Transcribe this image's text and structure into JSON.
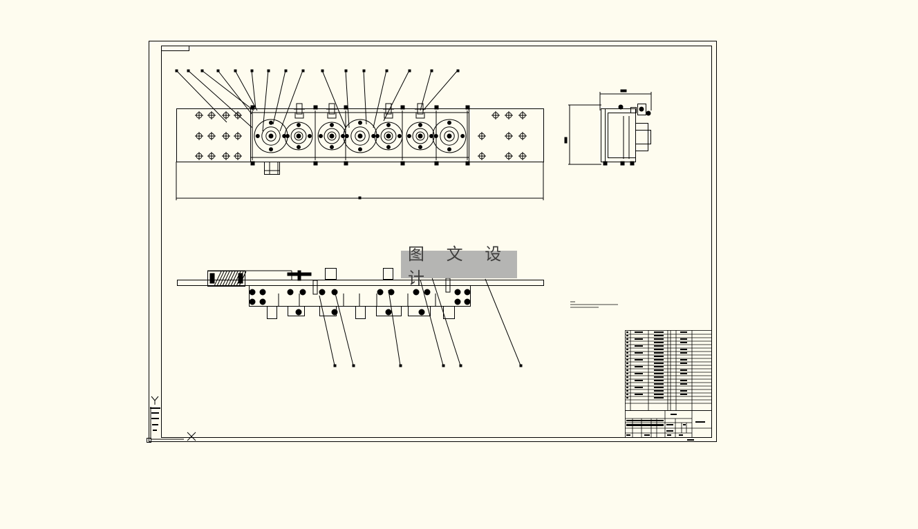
{
  "watermark": {
    "text": "图 文 设 计"
  },
  "colors": {
    "background": "#fefcef",
    "line": "#000000",
    "watermark_bg": "#a9a9a9",
    "watermark_text": "#1e1e1e"
  },
  "views": [
    "front-view",
    "side-view",
    "top-view",
    "notes",
    "bom-table",
    "title-block",
    "ucs-icon"
  ]
}
